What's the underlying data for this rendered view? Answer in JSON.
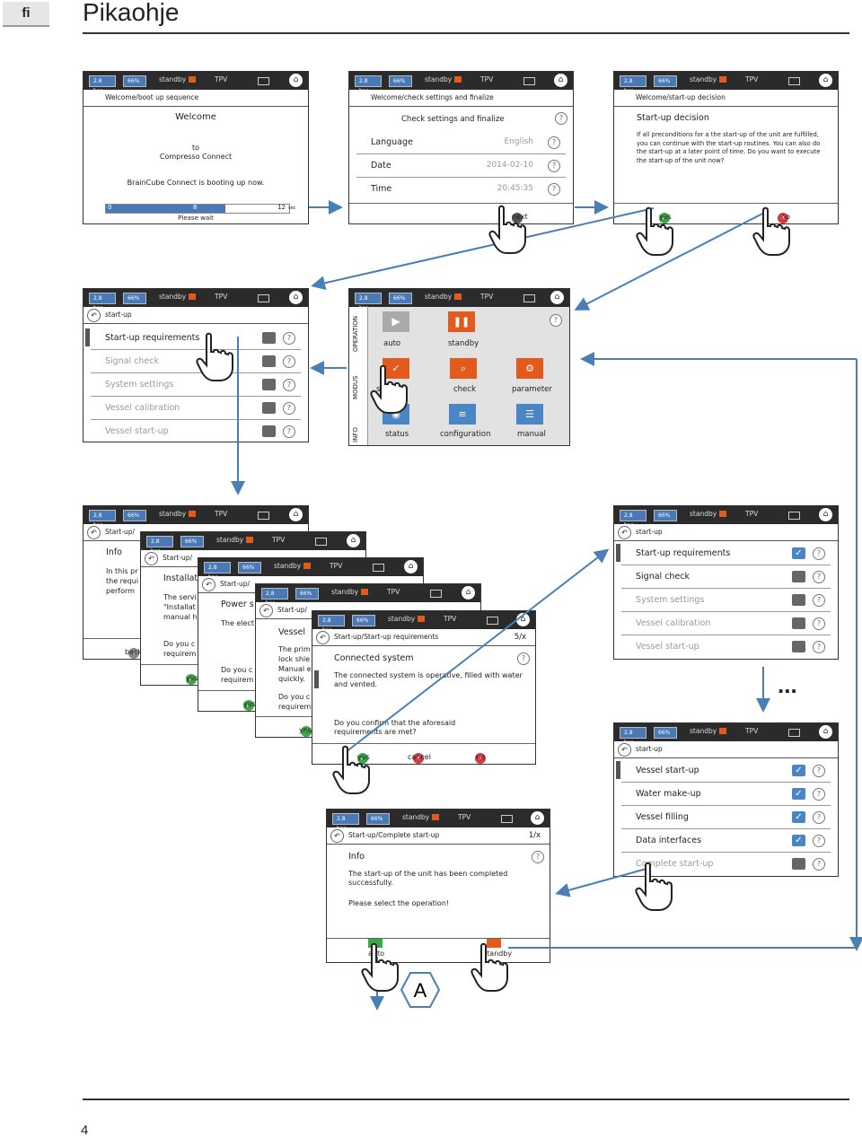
{
  "header": {
    "lang": "fi",
    "title": "Pikaohje"
  },
  "page_number": "4",
  "statusbar": {
    "pressure": "2,8 bar",
    "level": "66%",
    "state": "standby",
    "tpv": "TPV"
  },
  "s1": {
    "crumb": "Welcome/boot up sequence",
    "title": "Welcome",
    "line1": "to",
    "line2": "Compresso Connect",
    "booting": "BrainCube Connect is booting up now.",
    "prog_start": "0",
    "prog_mid": "8",
    "prog_end": "12",
    "unit": "sec",
    "wait": "Please wait"
  },
  "s2": {
    "crumb": "Welcome/check settings and finalize",
    "title": "Check settings and finalize",
    "lang_label": "Language",
    "lang_value": "English",
    "date_label": "Date",
    "date_value": "2014-02-10",
    "time_label": "Time",
    "time_value": "20:45:35",
    "next": "next"
  },
  "s3": {
    "crumb": "Welcome/start-up decision",
    "title": "Start-up decision",
    "text": "If all preconditions for a the start-up of the unit are fulfilled, you can continue with the start-up routines. You can also do the start-up at a later point of time. Do you want to execute the start-up of the unit now?",
    "yes": "yes",
    "no": "no"
  },
  "s4": {
    "crumb": "start-up",
    "items": [
      "Start-up requirements",
      "Signal check",
      "System settings",
      "Vessel calibration",
      "Vessel start-up"
    ]
  },
  "s5": {
    "tabs": [
      "OPERATION",
      "MODUS",
      "INFO"
    ],
    "buttons": [
      "auto",
      "standby",
      "start-up",
      "check",
      "parameter",
      "status",
      "configuration",
      "manual"
    ]
  },
  "stack": {
    "c1": {
      "crumb": "Start-up/",
      "title": "Info",
      "t1": "In this pr",
      "t2": "the requi",
      "t3": "perform",
      "back": "back"
    },
    "c2": {
      "crumb": "Start-up/",
      "title": "Installat",
      "t1": "The servi",
      "t2": "\"Installat",
      "t3": "manual h",
      "q1": "Do you c",
      "q2": "requirem",
      "yes": "yes"
    },
    "c3": {
      "crumb": "Start-up/",
      "title": "Power s",
      "t1": "The elect",
      "q1": "Do you c",
      "q2": "requirem",
      "yes": "yes"
    },
    "c4": {
      "crumb": "Start-up/",
      "title": "Vessel",
      "t1": "The prim",
      "t2": "lock shie",
      "t3": "Manual e",
      "t4": "quickly.",
      "q1": "Do you c",
      "q2": "requirem",
      "yes": "yes"
    },
    "c5": {
      "crumb": "Start-up/Start-up requirements",
      "page": "5/x",
      "title": "Connected system",
      "text": "The connected system is operative, filled with water and vented.",
      "question": "Do you confirm that the aforesaid requirements are met?",
      "yes": "yes",
      "cancel": "cancel",
      "no": "no"
    }
  },
  "s6": {
    "crumb": "start-up",
    "items": [
      "Start-up requirements",
      "Signal check",
      "System settings",
      "Vessel calibration",
      "Vessel start-up"
    ]
  },
  "s7": {
    "crumb": "start-up",
    "items": [
      "Vessel start-up",
      "Water make-up",
      "Vessel filling",
      "Data interfaces",
      "Complete start-up"
    ]
  },
  "s8": {
    "crumb": "Start-up/Complete start-up",
    "page": "1/x",
    "title": "Info",
    "text": "The start-up of the unit has been completed successfully.",
    "select": "Please select the operation!",
    "auto": "auto",
    "standby": "standby"
  },
  "ellipsis": "...",
  "marker": "A",
  "colors": {
    "accent_blue": "#4a79b8",
    "orange": "#e25a1c",
    "arrow": "#4a7fb5",
    "green": "#3aa845",
    "red": "#d9363e"
  }
}
